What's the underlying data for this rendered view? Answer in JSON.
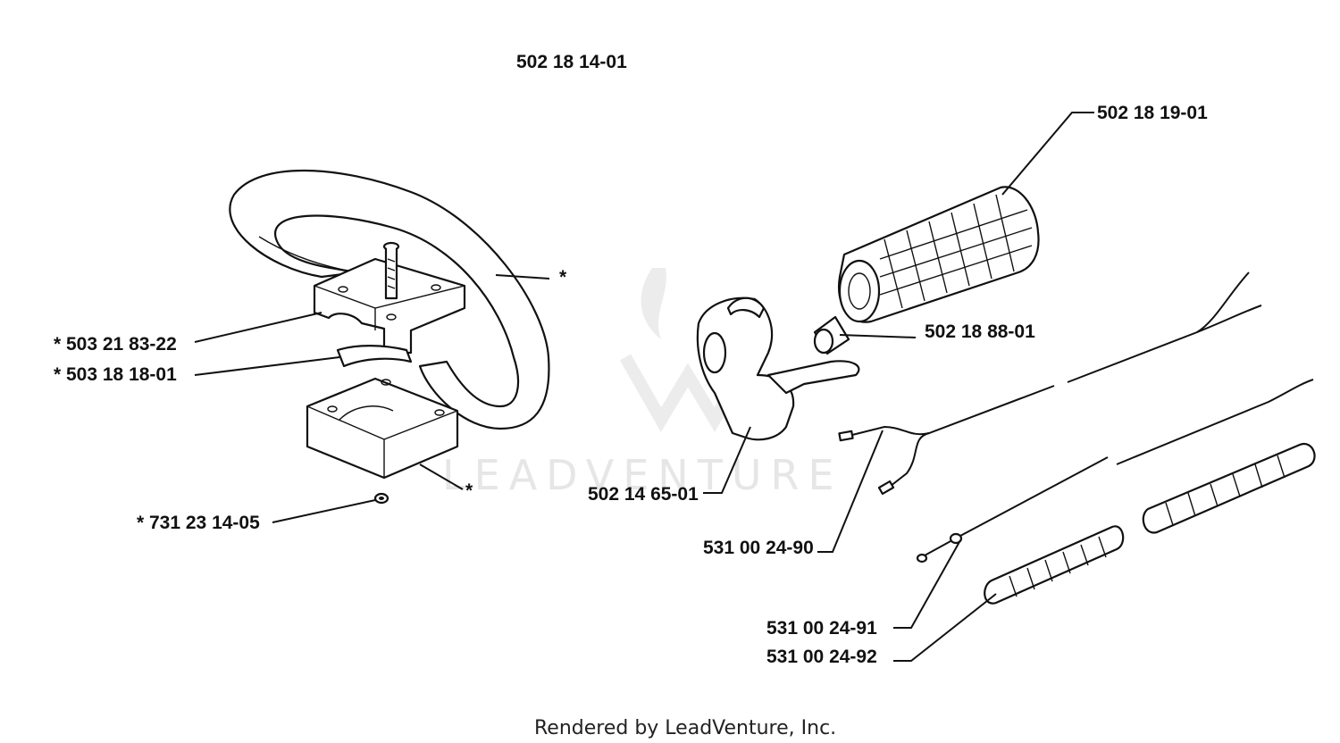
{
  "diagram": {
    "title_part": "502 18 14-01",
    "labels": {
      "handle": "*",
      "clamp_upper": "* 503 21 83-22",
      "clamp_insert": "* 503 18 18-01",
      "clamp_lower": "*",
      "nut": "* 731 23 14-05",
      "grip": "502 18 19-01",
      "sleeve": "502 18 88-01",
      "throttle_housing": "502 14 65-01",
      "wire_harness": "531 00 24-90",
      "throttle_cable": "531 00 24-91",
      "cable_spring": "531 00 24-92"
    },
    "watermark": "LEADVENTURE",
    "footer": "Rendered by LeadVenture, Inc."
  }
}
